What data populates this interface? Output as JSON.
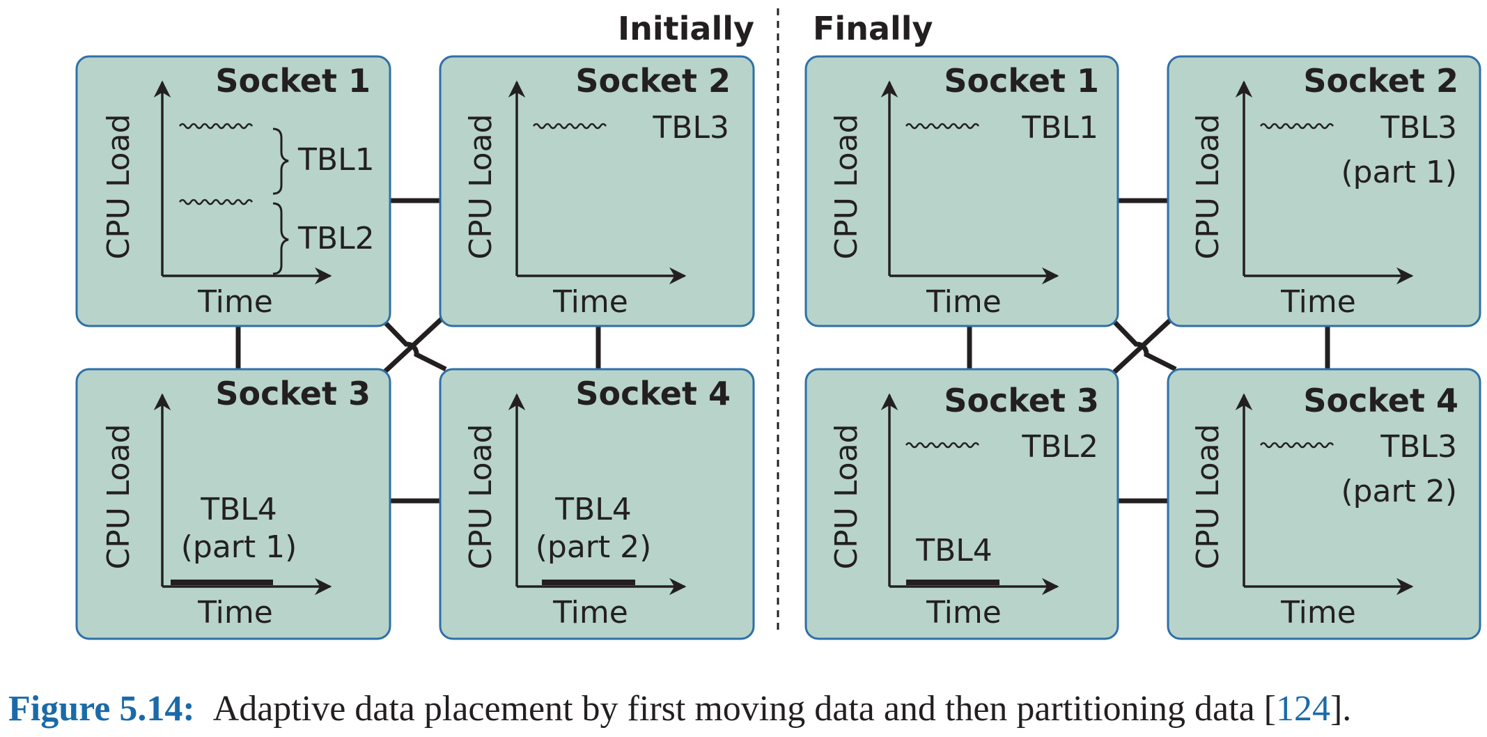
{
  "panels": {
    "initial_title": "Initially",
    "final_title": "Finally"
  },
  "axes": {
    "ylabel": "CPU Load",
    "xlabel": "Time"
  },
  "initial": {
    "socket1": {
      "title": "Socket 1",
      "tbl_a": "TBL1",
      "tbl_b": "TBL2"
    },
    "socket2": {
      "title": "Socket 2",
      "tbl": "TBL3"
    },
    "socket3": {
      "title": "Socket 3",
      "tbl_line1": "TBL4",
      "tbl_line2": "(part 1)"
    },
    "socket4": {
      "title": "Socket 4",
      "tbl_line1": "TBL4",
      "tbl_line2": "(part 2)"
    }
  },
  "final": {
    "socket1": {
      "title": "Socket 1",
      "tbl": "TBL1"
    },
    "socket2": {
      "title": "Socket 2",
      "tbl_line1": "TBL3",
      "tbl_line2": "(part 1)"
    },
    "socket3": {
      "title": "Socket 3",
      "tbl_top": "TBL2",
      "tbl_bottom": "TBL4"
    },
    "socket4": {
      "title": "Socket 4",
      "tbl_line1": "TBL3",
      "tbl_line2": "(part 2)"
    }
  },
  "caption": {
    "label": "Figure 5.14:",
    "text": "Adaptive data placement by first moving data and then partitioning data [",
    "ref": "124",
    "end": "]."
  },
  "colors": {
    "box_fill": "#b7d3ca",
    "box_border": "#2e6fa8",
    "caption_accent": "#1a6aa8",
    "ink": "#231f20"
  }
}
